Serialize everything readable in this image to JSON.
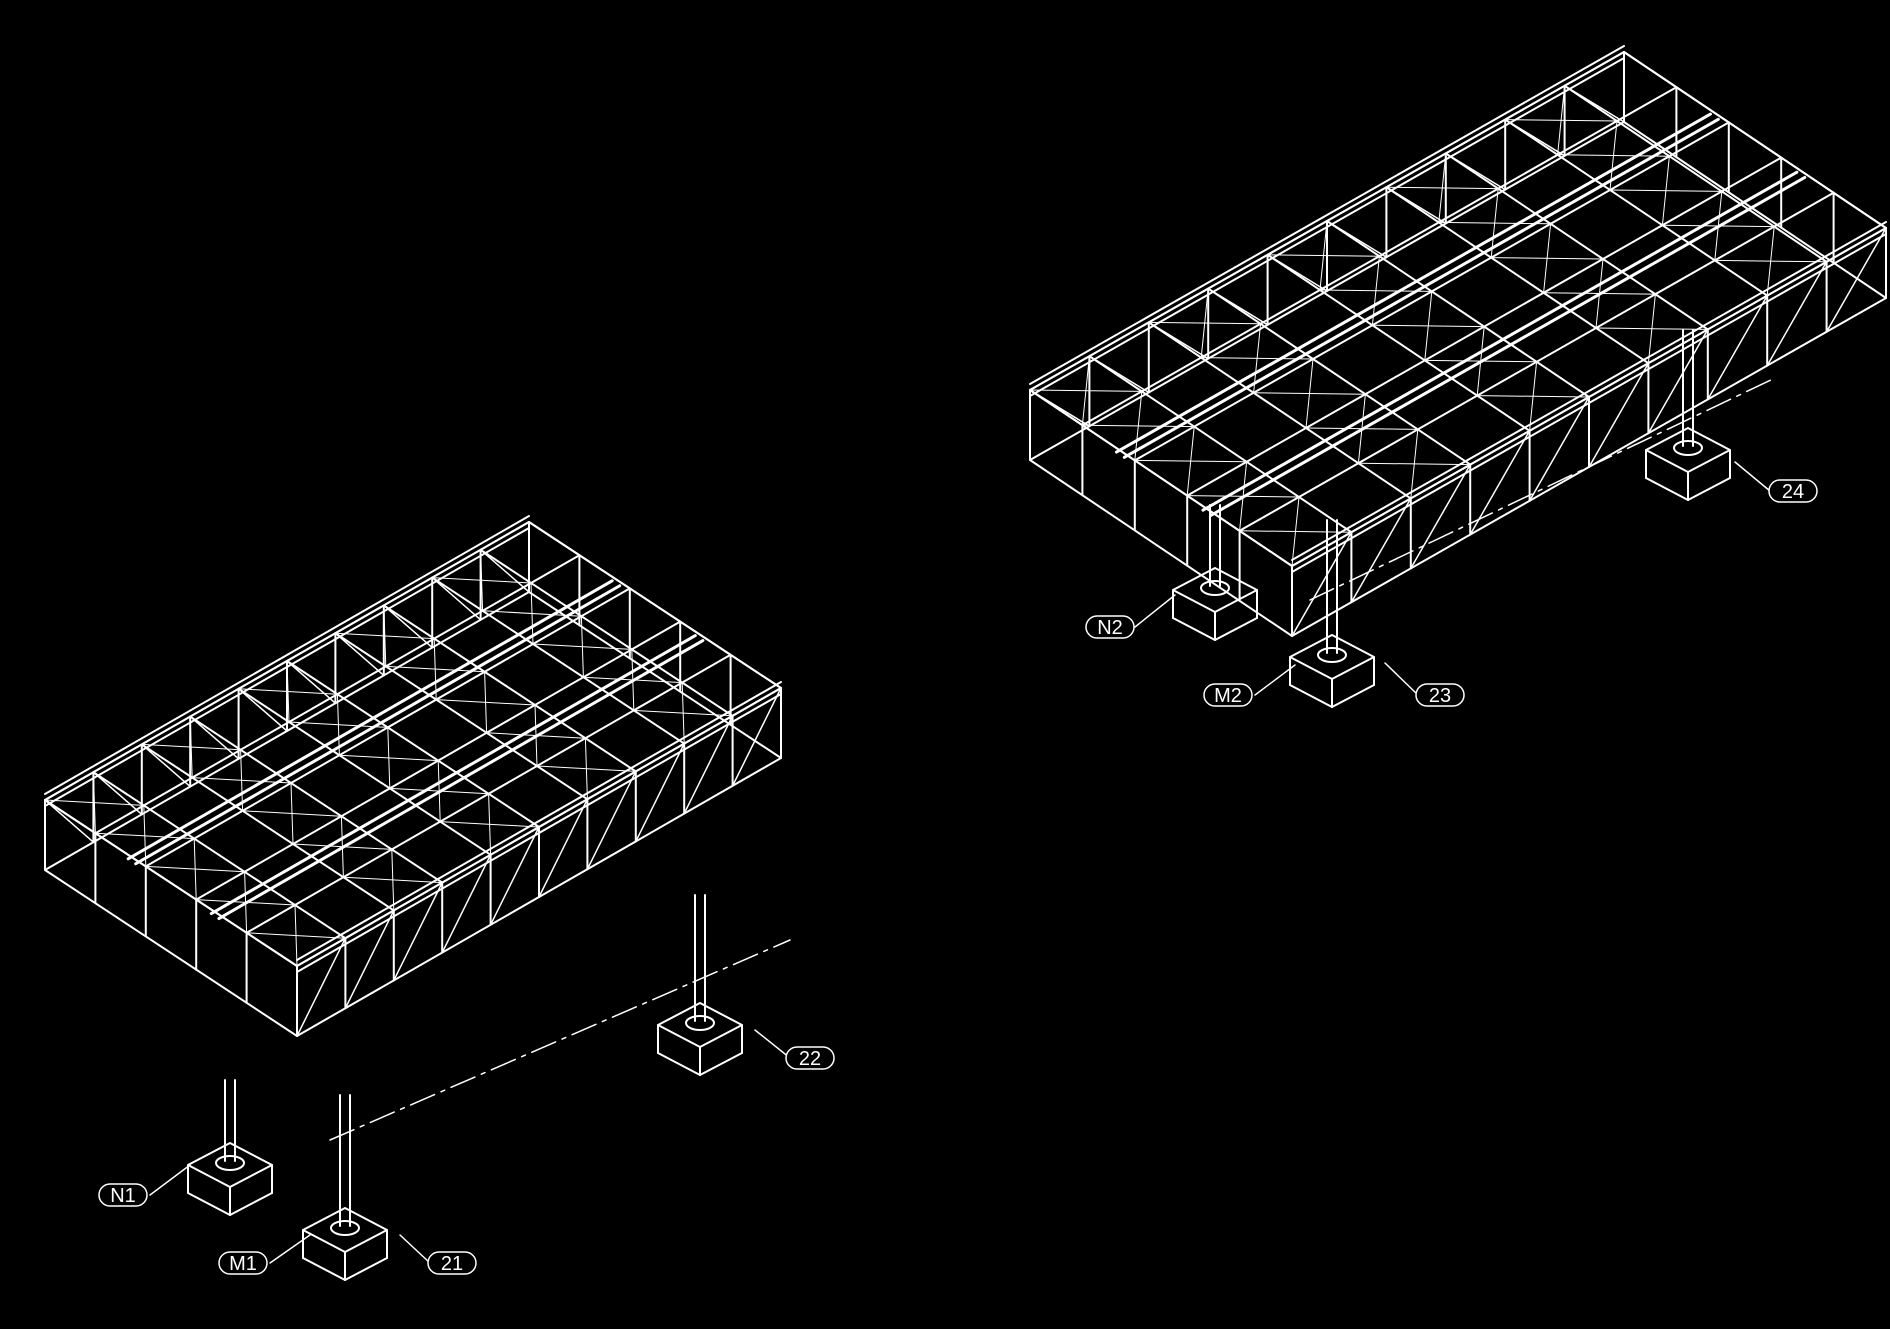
{
  "colors": {
    "background": "#000000",
    "line": "#ffffff"
  },
  "frames": [
    {
      "id": "frame-1",
      "callouts": [
        "N1",
        "M1",
        "21",
        "22"
      ]
    },
    {
      "id": "frame-2",
      "callouts": [
        "N2",
        "M2",
        "23",
        "24"
      ]
    }
  ]
}
